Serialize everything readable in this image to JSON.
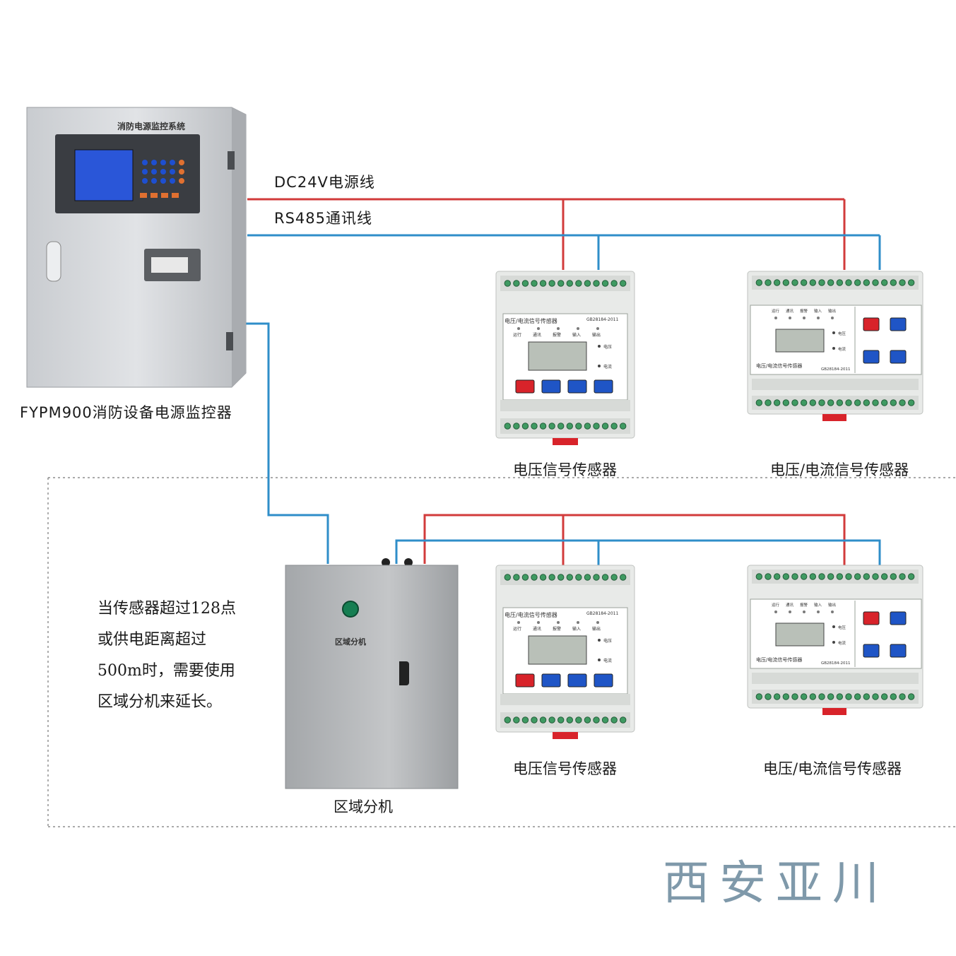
{
  "lines": {
    "power": {
      "label": "DC24V电源线",
      "color": "#d23b3b"
    },
    "rs485": {
      "label": "RS485通讯线",
      "color": "#2f8ec9"
    }
  },
  "controller": {
    "caption": "FYPM900消防设备电源监控器",
    "panel_title": "消防电源监控系统"
  },
  "sensors": {
    "voltage": {
      "caption": "电压信号传感器",
      "front_label": "电压/电流信号传感器",
      "standard": "GB28184-2011",
      "leds": [
        "运行",
        "通讯",
        "报警",
        "输入",
        "输出"
      ],
      "side_leds": [
        "电压",
        "电流"
      ]
    },
    "voltage_current": {
      "caption": "电压/电流信号传感器",
      "front_label": "电压/电流信号传感器",
      "standard": "GB28184-2011",
      "leds": [
        "运行",
        "通讯",
        "报警",
        "输入",
        "输出"
      ],
      "side_leds": [
        "电压",
        "电流"
      ]
    }
  },
  "zone_box": {
    "caption": "区域分机",
    "panel_label": "区域分机"
  },
  "note": {
    "lines": [
      "当传感器超过128点",
      "或供电距离超过",
      "500m时，需要使用",
      "区域分机来延长。"
    ]
  },
  "brand": "西安亚川"
}
